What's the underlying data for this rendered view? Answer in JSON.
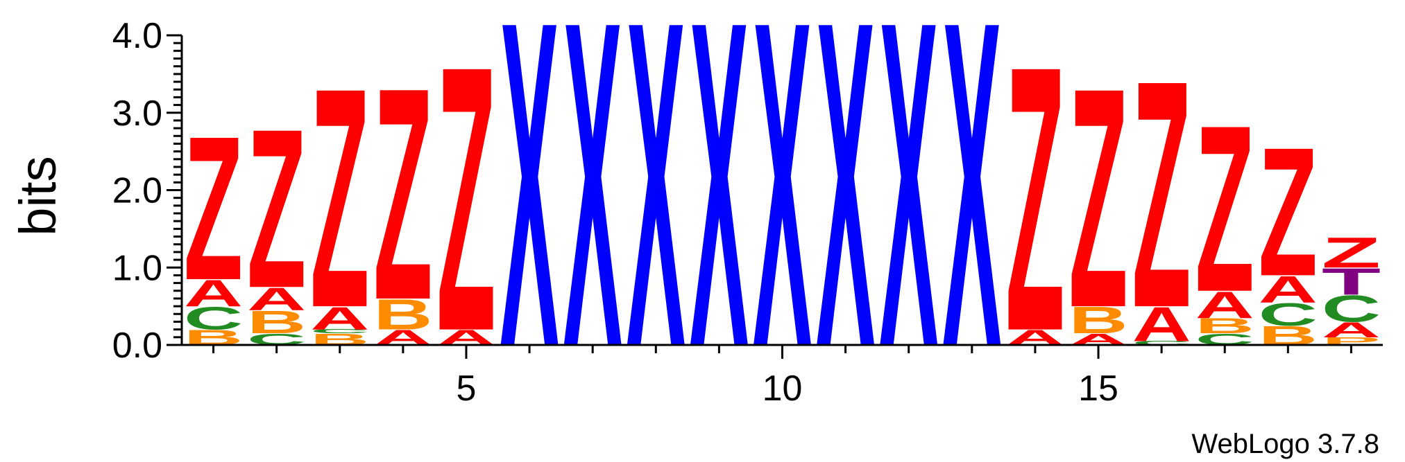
{
  "chart_data": {
    "type": "sequence-logo",
    "ylabel": "bits",
    "ylim": [
      0,
      4.0
    ],
    "yticks": [
      "0.0",
      "1.0",
      "2.0",
      "3.0",
      "4.0"
    ],
    "xticks": [
      5,
      10,
      15
    ],
    "xlim": [
      0.5,
      19.5
    ],
    "positions": [
      {
        "x": 1,
        "stack": [
          {
            "letter": "B",
            "bits": 0.2
          },
          {
            "letter": "C",
            "bits": 0.3
          },
          {
            "letter": "A",
            "bits": 0.35
          },
          {
            "letter": "Z",
            "bits": 1.9
          }
        ]
      },
      {
        "x": 2,
        "stack": [
          {
            "letter": "C",
            "bits": 0.15
          },
          {
            "letter": "B",
            "bits": 0.3
          },
          {
            "letter": "A",
            "bits": 0.3
          },
          {
            "letter": "Z",
            "bits": 2.1
          }
        ]
      },
      {
        "x": 3,
        "stack": [
          {
            "letter": "B",
            "bits": 0.15
          },
          {
            "letter": "C",
            "bits": 0.05
          },
          {
            "letter": "A",
            "bits": 0.3
          },
          {
            "letter": "Z",
            "bits": 2.9
          }
        ]
      },
      {
        "x": 4,
        "stack": [
          {
            "letter": "A",
            "bits": 0.2
          },
          {
            "letter": "B",
            "bits": 0.4
          },
          {
            "letter": "Z",
            "bits": 2.8
          }
        ]
      },
      {
        "x": 5,
        "stack": [
          {
            "letter": "A",
            "bits": 0.2
          },
          {
            "letter": "Z",
            "bits": 3.5
          }
        ]
      },
      {
        "x": 6,
        "stack": [
          {
            "letter": "X",
            "bits": 4.3
          }
        ]
      },
      {
        "x": 7,
        "stack": [
          {
            "letter": "X",
            "bits": 4.3
          }
        ]
      },
      {
        "x": 8,
        "stack": [
          {
            "letter": "X",
            "bits": 4.3
          }
        ]
      },
      {
        "x": 9,
        "stack": [
          {
            "letter": "X",
            "bits": 4.3
          }
        ]
      },
      {
        "x": 10,
        "stack": [
          {
            "letter": "X",
            "bits": 4.3
          }
        ]
      },
      {
        "x": 11,
        "stack": [
          {
            "letter": "X",
            "bits": 4.3
          }
        ]
      },
      {
        "x": 12,
        "stack": [
          {
            "letter": "X",
            "bits": 4.3
          }
        ]
      },
      {
        "x": 13,
        "stack": [
          {
            "letter": "X",
            "bits": 4.3
          }
        ]
      },
      {
        "x": 14,
        "stack": [
          {
            "letter": "A",
            "bits": 0.2
          },
          {
            "letter": "Z",
            "bits": 3.5
          }
        ]
      },
      {
        "x": 15,
        "stack": [
          {
            "letter": "A",
            "bits": 0.15
          },
          {
            "letter": "B",
            "bits": 0.35
          },
          {
            "letter": "Z",
            "bits": 2.9
          }
        ]
      },
      {
        "x": 16,
        "stack": [
          {
            "letter": "C",
            "bits": 0.05
          },
          {
            "letter": "A",
            "bits": 0.45
          },
          {
            "letter": "Z",
            "bits": 3.0
          }
        ]
      },
      {
        "x": 17,
        "stack": [
          {
            "letter": "C",
            "bits": 0.15
          },
          {
            "letter": "B",
            "bits": 0.2
          },
          {
            "letter": "A",
            "bits": 0.35
          },
          {
            "letter": "Z",
            "bits": 2.2
          }
        ]
      },
      {
        "x": 18,
        "stack": [
          {
            "letter": "B",
            "bits": 0.25
          },
          {
            "letter": "C",
            "bits": 0.3
          },
          {
            "letter": "A",
            "bits": 0.35
          },
          {
            "letter": "Z",
            "bits": 1.7
          }
        ]
      },
      {
        "x": 19,
        "stack": [
          {
            "letter": "P",
            "bits": 0.1
          },
          {
            "letter": "A",
            "bits": 0.2
          },
          {
            "letter": "C",
            "bits": 0.35
          },
          {
            "letter": "T",
            "bits": 0.35
          },
          {
            "letter": "Z",
            "bits": 0.4
          }
        ]
      }
    ],
    "colors": {
      "Z": "#ff0000",
      "X": "#0000ff",
      "A": "#ff0000",
      "B": "#ff8c00",
      "C": "#228b22",
      "T": "#800080",
      "P": "#ff8c00"
    },
    "footer": "WebLogo 3.7.8"
  }
}
